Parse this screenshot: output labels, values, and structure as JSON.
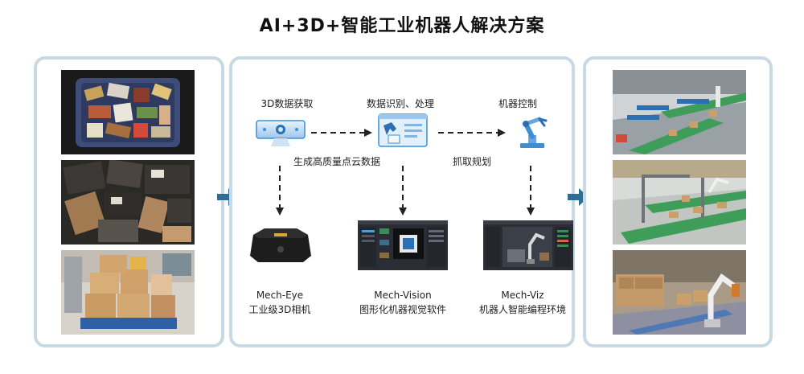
{
  "title": "AI+3D+智能工业机器人解决方案",
  "steps": [
    {
      "label": "3D数据获取",
      "icon": "3d-camera-icon"
    },
    {
      "label": "数据识别、处理",
      "icon": "vision-software-icon"
    },
    {
      "label": "机器控制",
      "icon": "robot-arm-icon"
    }
  ],
  "arrow_labels": {
    "pointcloud": "生成高质量点云数据",
    "grasp": "抓取规划"
  },
  "products": [
    {
      "name": "Mech-Eye",
      "desc": "工业级3D相机"
    },
    {
      "name": "Mech-Vision",
      "desc": "图形化机器视觉软件"
    },
    {
      "name": "Mech-Viz",
      "desc": "机器人智能编程环境"
    }
  ],
  "colors": {
    "panel_border": "#c9d9e3",
    "arrow": "#2d6e94",
    "icon_blue": "#3b8fd6"
  }
}
